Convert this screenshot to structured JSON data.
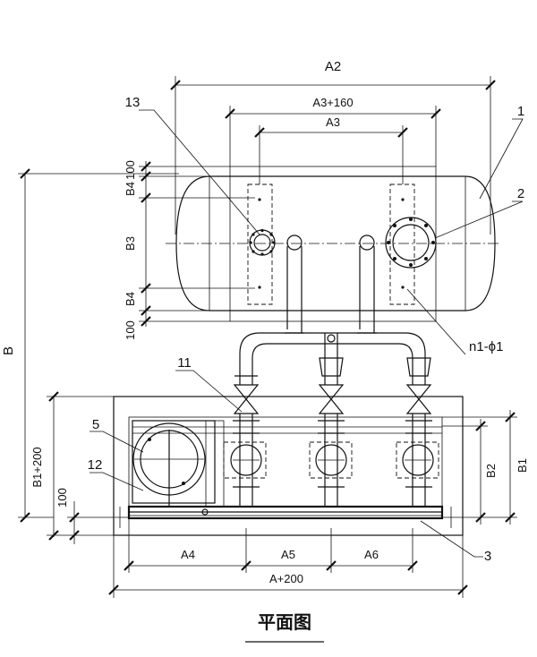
{
  "dimensions": {
    "a2": "A2",
    "a3_160": "A3+160",
    "a3": "A3",
    "b": "B",
    "b1_200": "B1+200",
    "b3": "B3",
    "b4_top": "B4",
    "b4_bottom": "B4",
    "d100_top": "100",
    "d100_bottom": "100",
    "d100_base": "100",
    "b1": "B1",
    "b2": "B2",
    "a4": "A4",
    "a5": "A5",
    "a6": "A6",
    "a_200": "A+200"
  },
  "callouts": {
    "c1": "1",
    "c2": "2",
    "c3": "3",
    "c5": "5",
    "c11": "11",
    "c12": "12",
    "c13": "13",
    "n1": "n1-ϕ1"
  },
  "title": "平面图"
}
